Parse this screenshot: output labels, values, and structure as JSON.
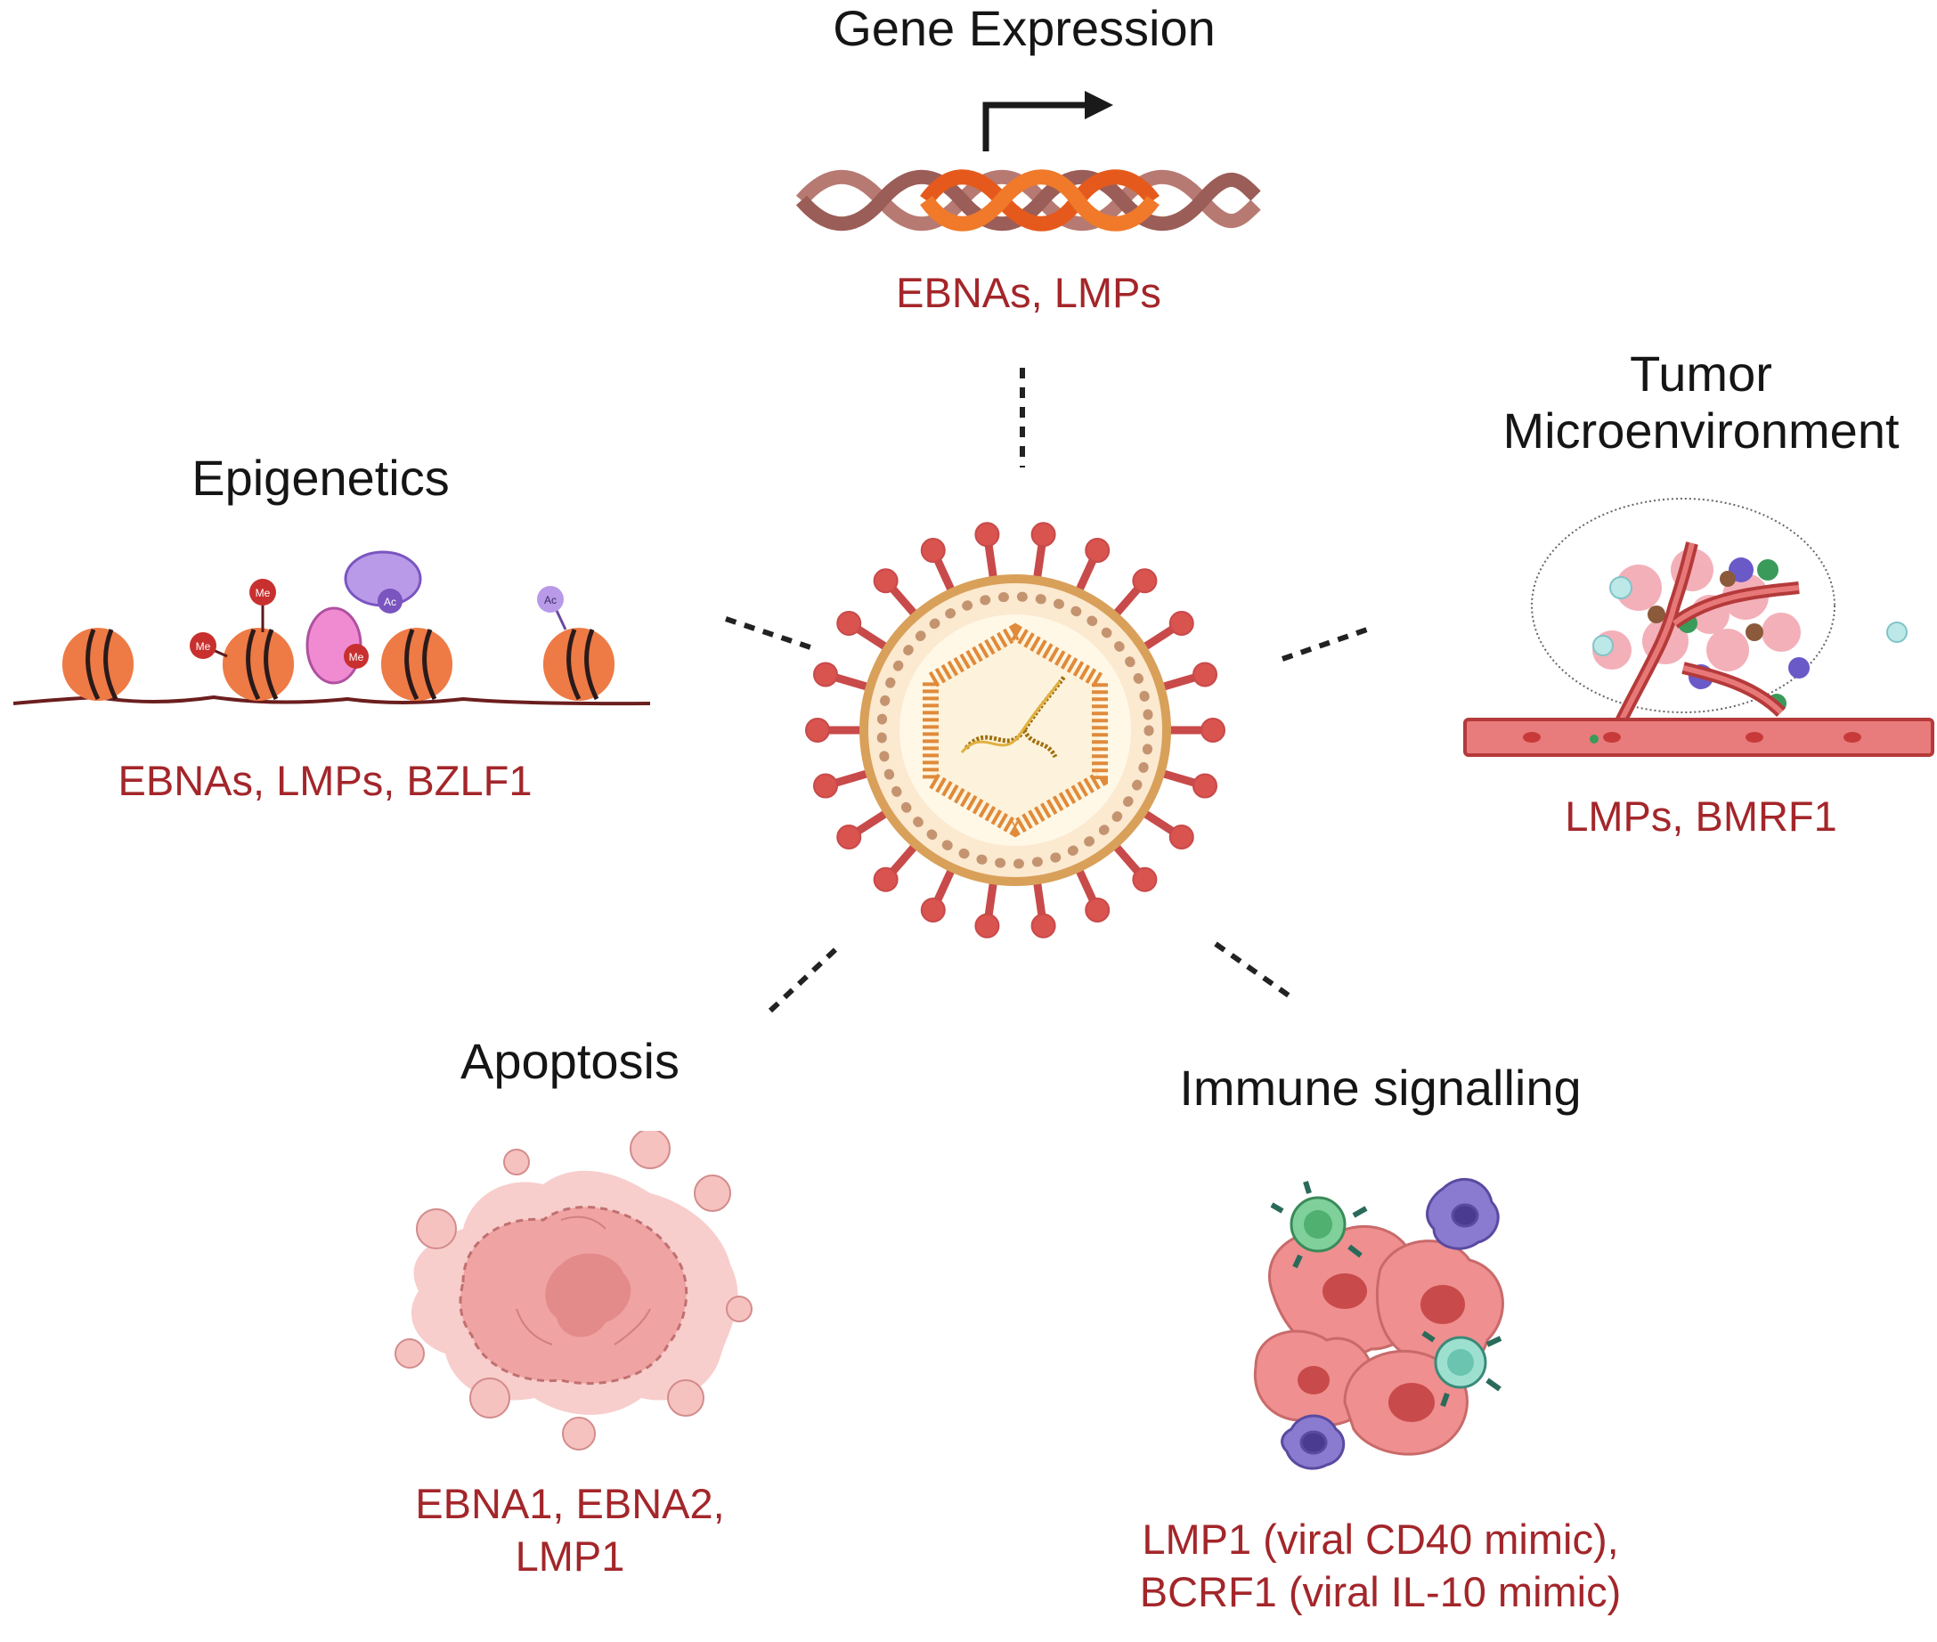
{
  "diagram": {
    "center": {
      "icon": "virus-icon"
    },
    "modules": {
      "gene_expression": {
        "title": "Gene Expression",
        "genes": "EBNAs, LMPs",
        "icon": "dna-transcription-icon"
      },
      "epigenetics": {
        "title": "Epigenetics",
        "genes": "EBNAs, LMPs, BZLF1",
        "icon": "nucleosome-icon"
      },
      "tumor_microenvironment": {
        "title_line1": "Tumor",
        "title_line2": "Microenvironment",
        "genes": "LMPs, BMRF1",
        "icon": "tumor-vessel-icon"
      },
      "apoptosis": {
        "title": "Apoptosis",
        "genes_line1": "EBNA1, EBNA2,",
        "genes_line2": "LMP1",
        "icon": "apoptotic-cell-icon"
      },
      "immune_signalling": {
        "title": "Immune signalling",
        "genes_line1": "LMP1 (viral CD40 mimic),",
        "genes_line2": "BCRF1 (viral IL-10 mimic)",
        "icon": "immune-cells-icon"
      }
    },
    "marks": {
      "methyl": "Me",
      "acetyl": "Ac"
    },
    "colors": {
      "gene_text": "#a3262a",
      "title_text": "#151515",
      "nucleosome": "#ee7a45",
      "virus_spike": "#d9534f"
    }
  }
}
